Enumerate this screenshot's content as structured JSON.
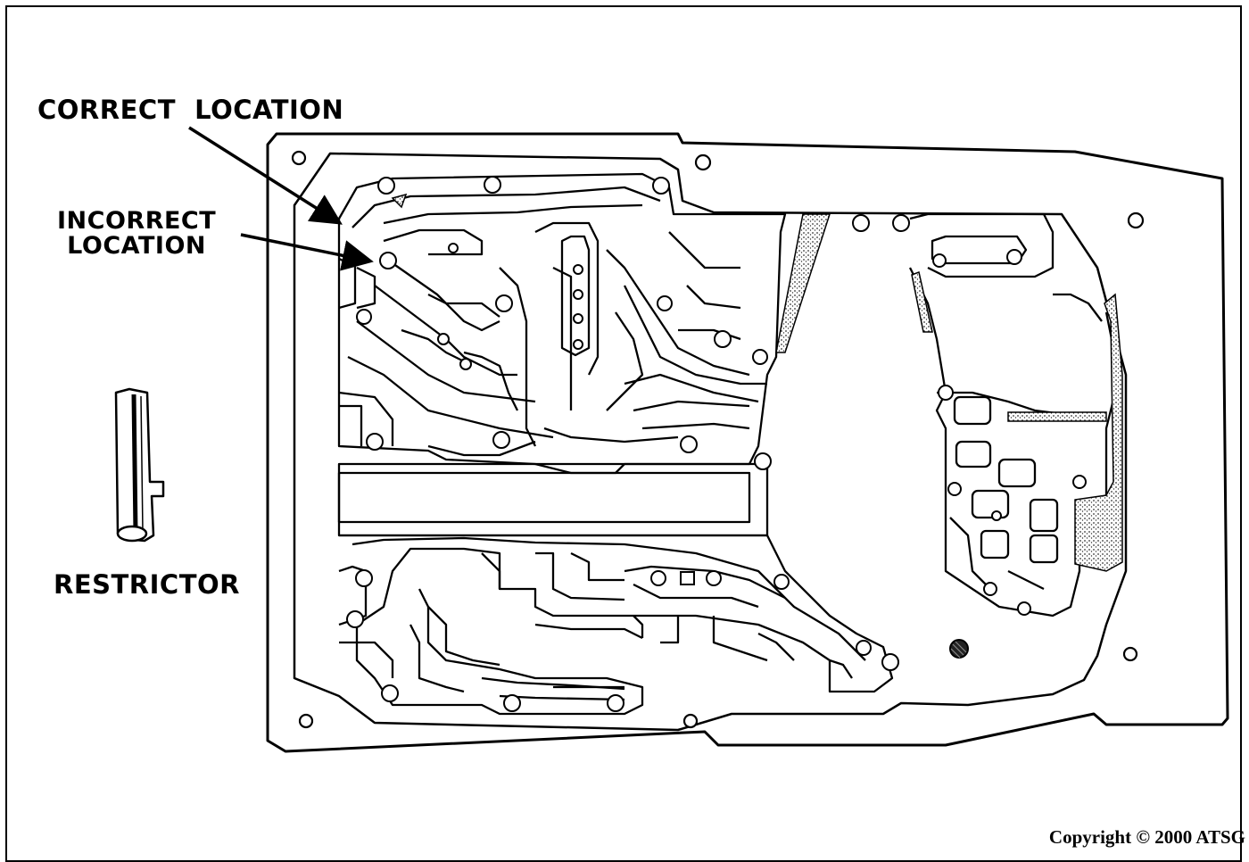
{
  "labels": {
    "correct_location": "CORRECT  LOCATION",
    "incorrect_location_line1": "INCORRECT",
    "incorrect_location_line2": "LOCATION",
    "restrictor": "RESTRICTOR"
  },
  "copyright": "Copyright © 2000 ATSG",
  "colors": {
    "ink": "#000000",
    "paper": "#ffffff",
    "stipple": "#4a4a4a"
  }
}
